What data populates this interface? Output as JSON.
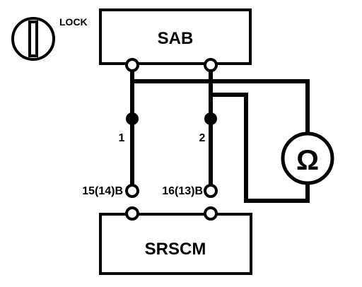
{
  "lock": {
    "label": "LOCK",
    "icon": "ignition-key-icon"
  },
  "sab": {
    "label": "SAB"
  },
  "srscm": {
    "label": "SRSCM"
  },
  "meter": {
    "symbol": "Ω",
    "icon": "ohmmeter-icon"
  },
  "pins": {
    "pin1": "1",
    "pin2": "2",
    "terminal_left": "15(14)B",
    "terminal_right": "16(13)B"
  },
  "colors": {
    "line": "#000000",
    "background": "#ffffff"
  }
}
